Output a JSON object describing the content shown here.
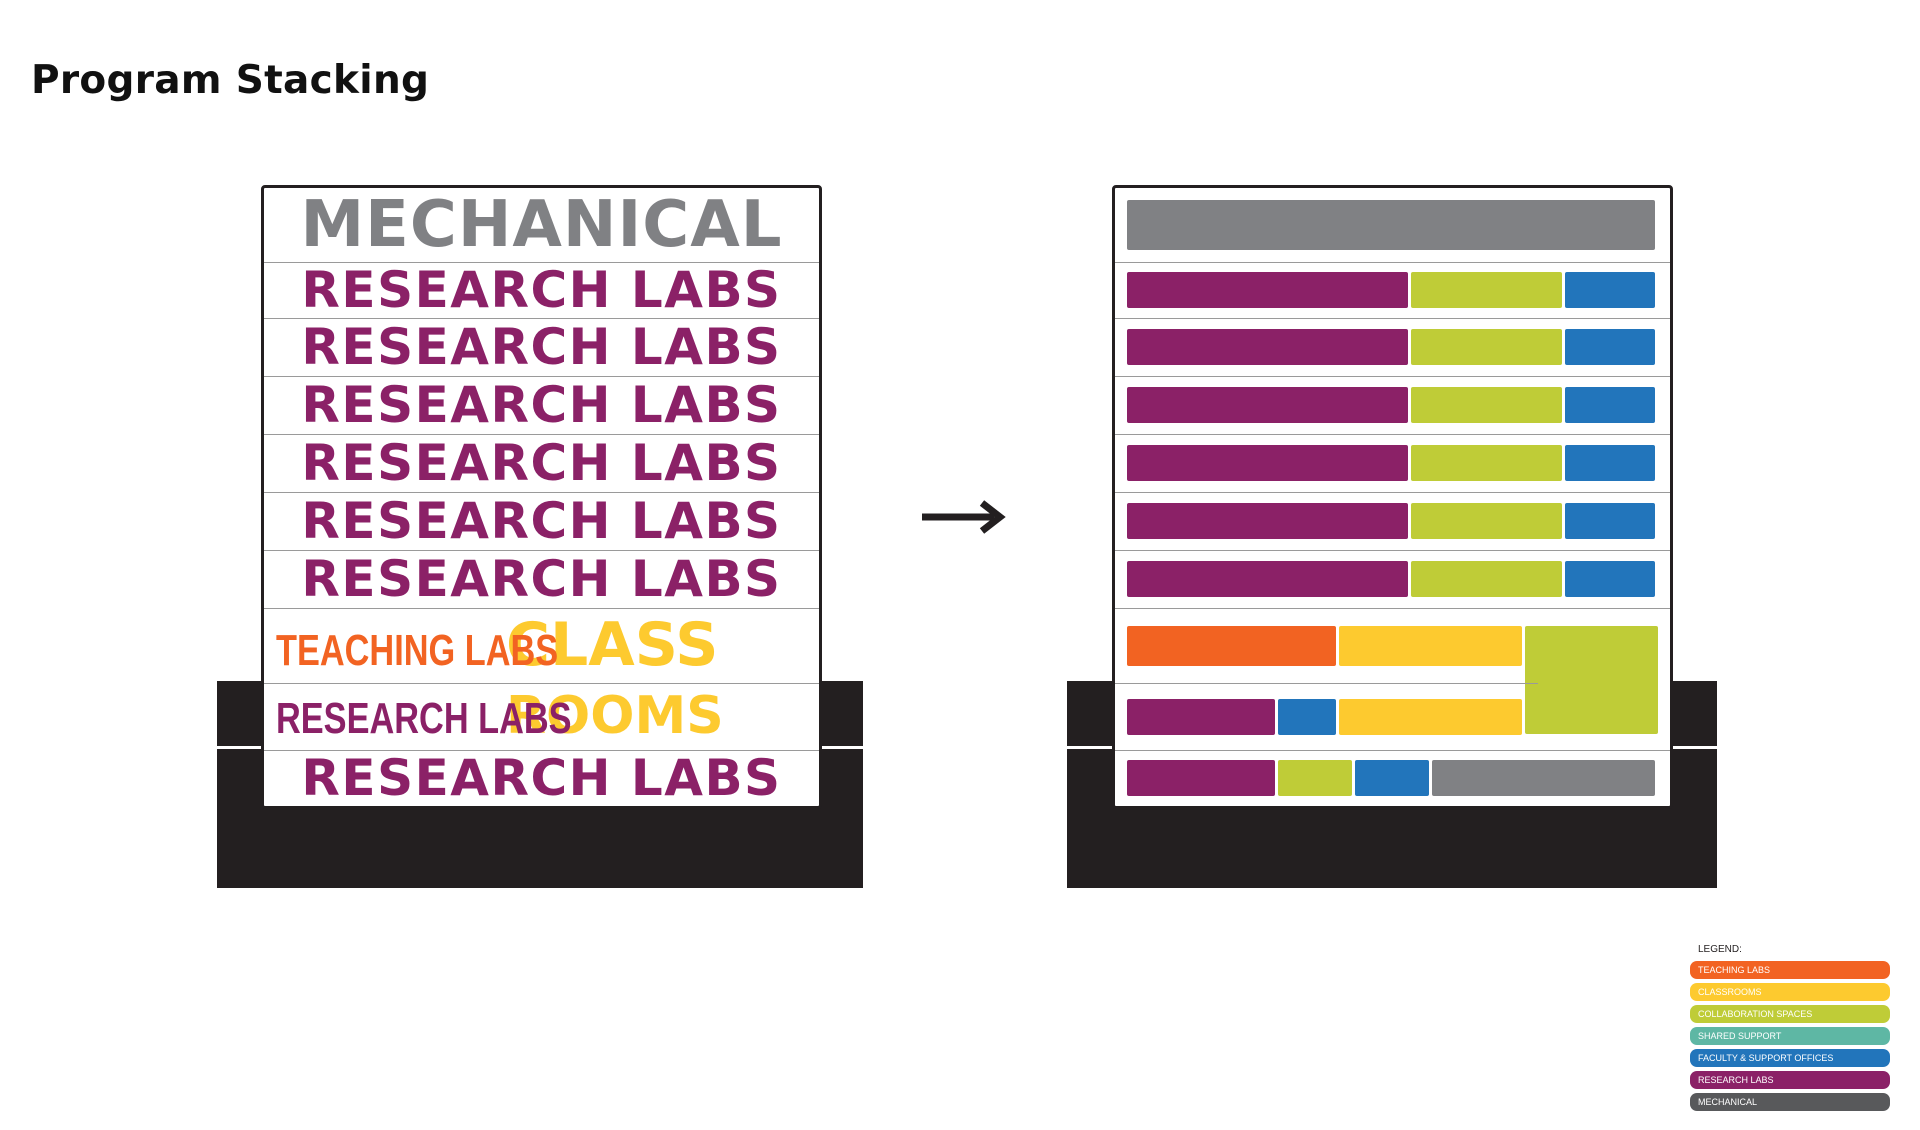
{
  "title": "Program Stacking",
  "colors": {
    "mechanical": "#808184",
    "research_labs": "#8b2167",
    "teaching_labs": "#f26322",
    "classrooms": "#fdca2f",
    "collaboration": "#bfcc37",
    "shared_support": "#5eb7a4",
    "faculty_offices": "#2275bb",
    "ground": "#231f20"
  },
  "left_diagram": {
    "floors": [
      {
        "parts": [
          {
            "text": "MECHANICAL",
            "color": "#808184"
          }
        ]
      },
      {
        "parts": [
          {
            "text": "RESEARCH LABS",
            "color": "#8b2167"
          }
        ]
      },
      {
        "parts": [
          {
            "text": "RESEARCH LABS",
            "color": "#8b2167"
          }
        ]
      },
      {
        "parts": [
          {
            "text": "RESEARCH LABS",
            "color": "#8b2167"
          }
        ]
      },
      {
        "parts": [
          {
            "text": "RESEARCH LABS",
            "color": "#8b2167"
          }
        ]
      },
      {
        "parts": [
          {
            "text": "RESEARCH LABS",
            "color": "#8b2167"
          }
        ]
      },
      {
        "parts": [
          {
            "text": "RESEARCH LABS",
            "color": "#8b2167"
          }
        ]
      },
      {
        "parts": [
          {
            "text": "TEACHING LABS",
            "color": "#f26322"
          },
          {
            "text": "CLASS",
            "color": "#fdca2f"
          }
        ]
      },
      {
        "parts": [
          {
            "text": "RESEARCH LABS",
            "color": "#8b2167"
          },
          {
            "text": "ROOMS",
            "color": "#fdca2f"
          }
        ]
      },
      {
        "parts": [
          {
            "text": "RESEARCH LABS",
            "color": "#8b2167"
          }
        ]
      }
    ]
  },
  "right_diagram": {
    "floors": [
      {
        "segments": [
          {
            "program": "mechanical",
            "share": 1.0
          }
        ]
      },
      {
        "segments": [
          {
            "program": "research_labs",
            "share": 0.535
          },
          {
            "program": "collaboration",
            "share": 0.29
          },
          {
            "program": "faculty_offices",
            "share": 0.175
          }
        ]
      },
      {
        "segments": [
          {
            "program": "research_labs",
            "share": 0.535
          },
          {
            "program": "collaboration",
            "share": 0.29
          },
          {
            "program": "faculty_offices",
            "share": 0.175
          }
        ]
      },
      {
        "segments": [
          {
            "program": "research_labs",
            "share": 0.535
          },
          {
            "program": "collaboration",
            "share": 0.29
          },
          {
            "program": "faculty_offices",
            "share": 0.175
          }
        ]
      },
      {
        "segments": [
          {
            "program": "research_labs",
            "share": 0.535
          },
          {
            "program": "collaboration",
            "share": 0.29
          },
          {
            "program": "faculty_offices",
            "share": 0.175
          }
        ]
      },
      {
        "segments": [
          {
            "program": "research_labs",
            "share": 0.535
          },
          {
            "program": "collaboration",
            "share": 0.29
          },
          {
            "program": "faculty_offices",
            "share": 0.175
          }
        ]
      },
      {
        "segments": [
          {
            "program": "research_labs",
            "share": 0.535
          },
          {
            "program": "collaboration",
            "share": 0.29
          },
          {
            "program": "faculty_offices",
            "share": 0.175
          }
        ]
      },
      {
        "segments": [
          {
            "program": "teaching_labs",
            "share": 0.4
          },
          {
            "program": "classrooms",
            "share": 0.35
          },
          {
            "program": "collaboration",
            "share": 0.25,
            "spans_two_floors": true
          }
        ]
      },
      {
        "segments": [
          {
            "program": "research_labs",
            "share": 0.285
          },
          {
            "program": "faculty_offices",
            "share": 0.115
          },
          {
            "program": "classrooms",
            "share": 0.35
          }
        ]
      },
      {
        "segments": [
          {
            "program": "research_labs",
            "share": 0.285
          },
          {
            "program": "collaboration",
            "share": 0.145
          },
          {
            "program": "faculty_offices",
            "share": 0.145
          },
          {
            "program": "mechanical",
            "share": 0.425
          }
        ]
      }
    ]
  },
  "legend": {
    "title": "LEGEND:",
    "items": [
      {
        "label": "TEACHING LABS",
        "color": "#f26322"
      },
      {
        "label": "CLASSROOMS",
        "color": "#fdca2f"
      },
      {
        "label": "COLLABORATION SPACES",
        "color": "#bfcc37"
      },
      {
        "label": "SHARED SUPPORT",
        "color": "#5eb7a4"
      },
      {
        "label": "FACULTY & SUPPORT OFFICES",
        "color": "#2275bb"
      },
      {
        "label": "RESEARCH LABS",
        "color": "#8b2167"
      },
      {
        "label": "MECHANICAL",
        "color": "#58595b"
      }
    ]
  }
}
